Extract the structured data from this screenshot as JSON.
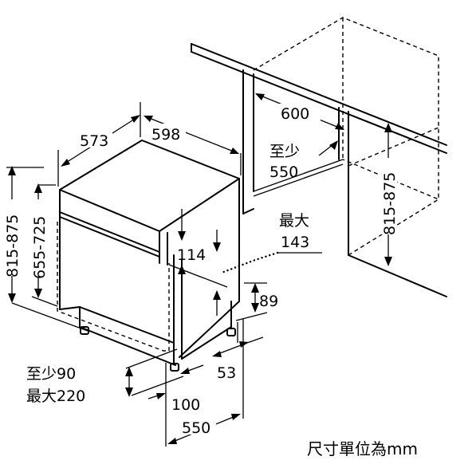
{
  "dimensions": {
    "cabinet_width": "600",
    "min_cabinet_depth_prefix": "至少",
    "min_cabinet_depth": "550",
    "cabinet_height_right": "815-875",
    "max_label": "最大",
    "max_value": "143",
    "appliance_depth": "573",
    "appliance_width": "598",
    "height_outer": "815-875",
    "height_inner": "655-725",
    "panel_114": "114",
    "foot_89": "89",
    "foot_53": "53",
    "plinth_min_label": "至少90",
    "plinth_max_label": "最大220",
    "depth_100": "100",
    "depth_550": "550"
  },
  "unit_note": "尺寸單位為mm"
}
